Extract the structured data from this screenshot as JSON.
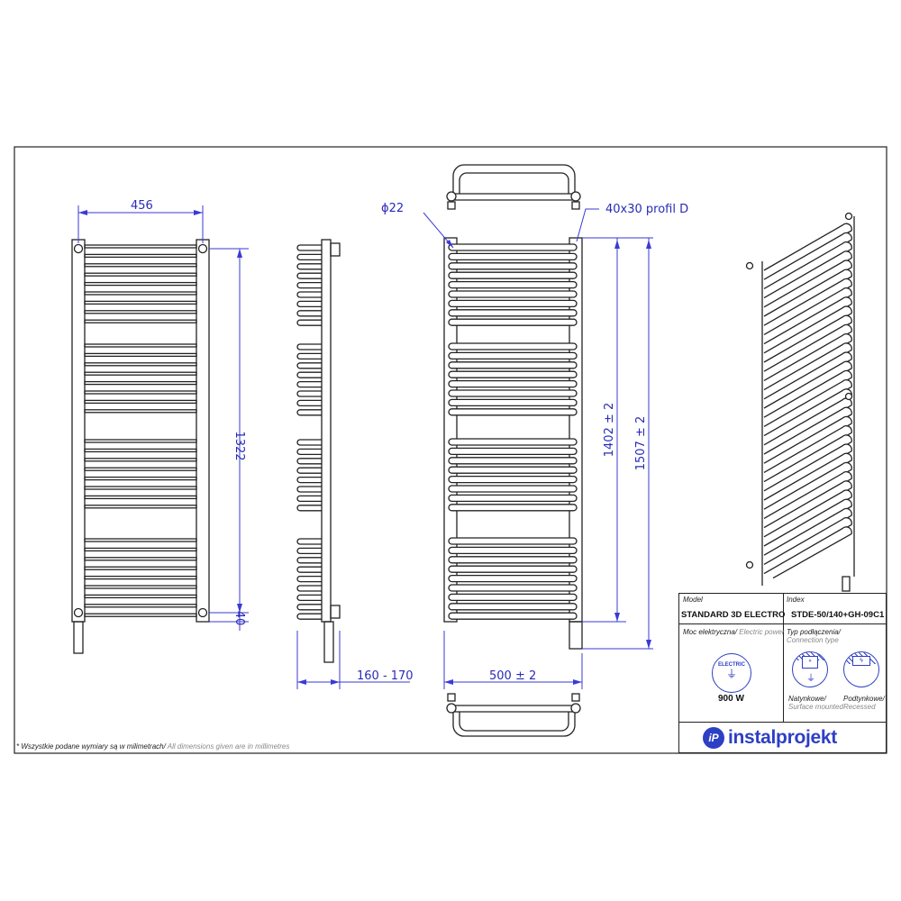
{
  "dimensions": {
    "width_left": "456",
    "height_left": "1322",
    "offset_left": "40",
    "depth": "160 - 170",
    "pipe_diameter": "ϕ22",
    "profile": "40x30 profil D",
    "width_main": "500  ± 2",
    "height_inner": "1402  ± 2",
    "height_total": "1507  ± 2"
  },
  "footnote": {
    "pl": "* Wszystkie podane wymiary są w milimetrach/",
    "en": " All dimensions given are in millimetres"
  },
  "title_block": {
    "model_label": "Model",
    "model_value": "STANDARD 3D ELECTRO",
    "index_label": "Index",
    "index_value": "STDE-50/140+GH-09C1",
    "power_label_pl": "Moc elektryczna/",
    "power_label_en": " Electric power",
    "power_badge": "ELECTRIC",
    "power_value": "900 W",
    "connection_label_pl": "Typ podłączenia/",
    "connection_label_en": "Connection type",
    "surface_pl": "Natynkowe/",
    "surface_en": "Surface mounted",
    "recessed_pl": "Podtynkowe/",
    "recessed_en": "Recessed",
    "logo_mark": "iP",
    "logo_text": "instalprojekt"
  },
  "colors": {
    "dimension": "#3a3ad6",
    "brand": "#2d3fc4",
    "line": "#222222"
  }
}
